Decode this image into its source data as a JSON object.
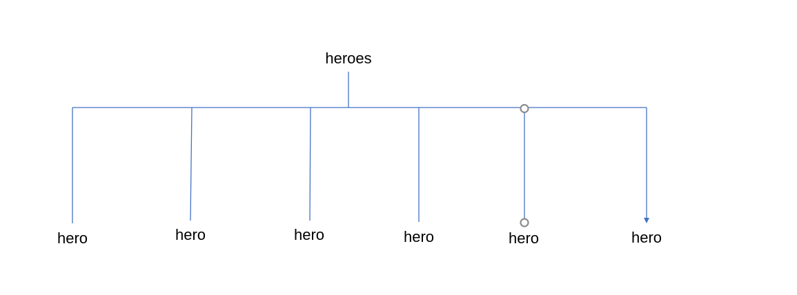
{
  "diagram": {
    "root": {
      "label": "heroes"
    },
    "children": [
      {
        "label": "hero",
        "connector": "line"
      },
      {
        "label": "hero",
        "connector": "line"
      },
      {
        "label": "hero",
        "connector": "line"
      },
      {
        "label": "hero",
        "connector": "line"
      },
      {
        "label": "hero",
        "connector": "circle-ends"
      },
      {
        "label": "hero",
        "connector": "arrow"
      }
    ]
  },
  "colors": {
    "line": "#4472c4",
    "circle": "#8c8c8c",
    "text": "#000000",
    "background": "#ffffff"
  }
}
